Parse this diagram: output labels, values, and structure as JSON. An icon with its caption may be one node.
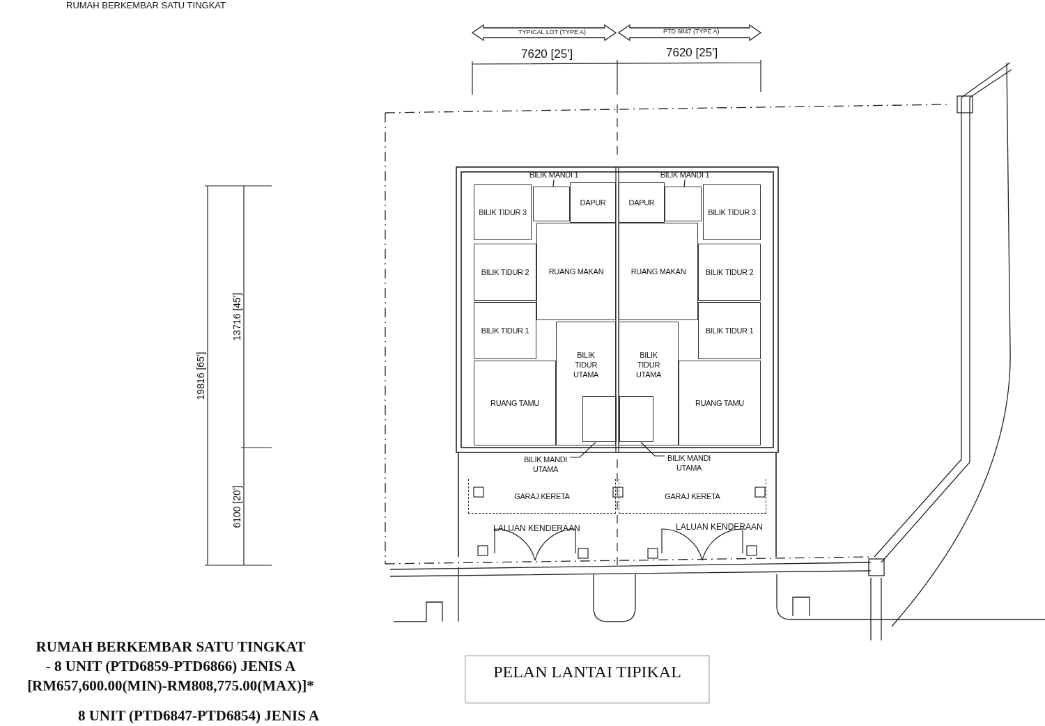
{
  "diagram": {
    "caption": "PELAN LANTAI TIPIKAL",
    "nodes": [
      {
        "text": [
          "BILIK MANDI 1"
        ]
      },
      {
        "text": [
          "BILIK MANDI 1"
        ]
      },
      {
        "text": [
          "BILIK TIDUR 3"
        ]
      },
      {
        "text": [],
        "shape": "box"
      },
      {
        "text": [
          "DAPUR"
        ]
      },
      {
        "text": [
          "DAPUR"
        ]
      },
      {
        "text": [],
        "shape": "box"
      },
      {
        "text": [
          "BILIK TIDUR 3"
        ]
      },
      {
        "text": [
          "BILIK TIDUR 2"
        ]
      },
      {
        "text": [
          "RUANG MAKAN"
        ]
      },
      {
        "text": [
          "RUANG MAKAN"
        ]
      },
      {
        "text": [
          "BILIK TIDUR 2"
        ]
      },
      {
        "text": [
          "BILIK TIDUR 1"
        ]
      },
      {
        "text": [
          "BILIK TIDUR 1"
        ]
      },
      {
        "text": [
          "BILIK TIDUR UTAMA"
        ]
      },
      {
        "text": [
          "BILIK TIDUR UTAMA"
        ]
      },
      {
        "text": [
          "RUANG TAMU"
        ]
      },
      {
        "text": [],
        "shape": "box",
        "in": 14
      },
      {
        "text": [],
        "shape": "box",
        "in": 15
      },
      {
        "text": [
          "RUANG TAMU"
        ]
      },
      {
        "text": [
          "BILIK MANDI UTAMA"
        ]
      },
      {
        "text": [
          "BILIK MANDI UTAMA"
        ]
      },
      {
        "text": [
          "GARAJ KERETA"
        ]
      },
      {
        "text": [
          "GARAJ KERETA"
        ]
      }
    ],
    "edges": [
      {
        "from": 0,
        "to": 3,
        "arrow": "none"
      },
      {
        "from": 1,
        "to": 6,
        "arrow": "none"
      },
      {
        "from": 20,
        "to": 17,
        "arrow": "none"
      },
      {
        "from": 21,
        "to": 18,
        "arrow": "none"
      }
    ],
    "labels": [
      "RUMAH BERKEMBAR SATU TINGKAT",
      "TYPICAL LOT (TYPE A)",
      "PTD 6847 (TYPE A)",
      "7620 [25']",
      "7620 [25']",
      "19816 [65']",
      "13716 [45']",
      "6100 [20']",
      "LALUAN KENDERAAN",
      "LALUAN KENDERAAN",
      "RUMAH BERKEMBAR SATU TINGKAT",
      "- 8 UNIT (PTD6859-PTD6866) JENIS A",
      "[RM657,600.00(MIN)-RM808,775.00(MAX)]*",
      "8 UNIT (PTD6847-PTD6854) JENIS A"
    ]
  }
}
